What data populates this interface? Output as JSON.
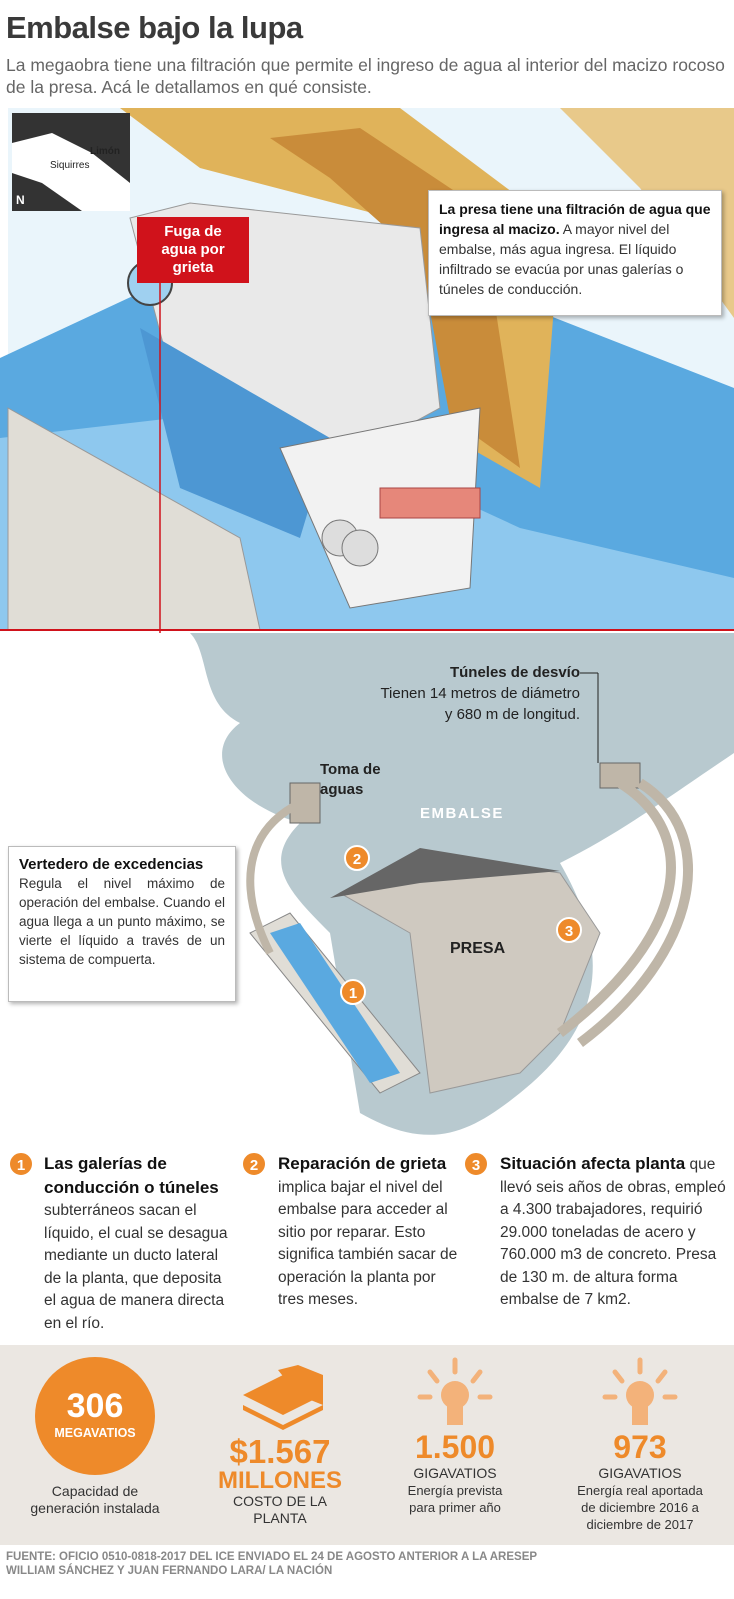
{
  "header": {
    "title": "Embalse bajo la lupa",
    "subtitle": "La megaobra tiene una filtración que permite el ingreso de agua al interior del macizo rocoso de la presa. Acá le detallamos en qué consiste."
  },
  "map": {
    "labels": [
      "Limón",
      "Siquirres"
    ],
    "north": "N"
  },
  "top_illustration": {
    "leak_tag": "Fuga de agua por grieta",
    "callout_bold": "La presa tiene una filtración de agua que ingresa al macizo.",
    "callout_text": " A mayor nivel del embalse, más agua ingresa. El líquido infiltrado se evacúa por unas galerías o túneles de conducción."
  },
  "diagram": {
    "tunnels_title": "Túneles de desvío",
    "tunnels_text": "Tienen 14 metros de diámetro y 680 m de longitud.",
    "intake": "Toma de aguas",
    "reservoir": "EMBALSE",
    "dam": "PRESA",
    "spillway_title": "Vertedero de excedencias",
    "spillway_text": "Regula el nivel máximo de operación del embalse. Cuando el agua llega a un punto máximo, se vierte el líquido a través de un sistema de compuerta.",
    "markers": [
      "1",
      "2",
      "3"
    ]
  },
  "points": [
    {
      "num": "1",
      "bold": "Las galerías de conducción o túneles",
      "text": " subterráneos sacan el líquido, el cual se desagua mediante un ducto lateral de la planta, que deposita el agua de manera directa en el río."
    },
    {
      "num": "2",
      "bold": "Reparación de grieta",
      "text": " implica bajar el nivel del embalse para acceder al sitio por reparar. Esto significa también sacar de operación la planta por tres meses."
    },
    {
      "num": "3",
      "bold": "Situación afecta planta",
      "text": " que llevó seis años de obras, empleó a 4.300 trabajadores, requirió 29.000 toneladas de acero y 760.000 m3 de concreto. Presa de 130 m. de altura forma embalse de 7 km2."
    }
  ],
  "stats": [
    {
      "value": "306",
      "unit": "MEGAVATIOS",
      "desc": "Capacidad de generación instalada"
    },
    {
      "value": "$1.567",
      "unit": "MILLONES",
      "desc": "COSTO DE LA PLANTA"
    },
    {
      "value": "1.500",
      "unit": "GIGAVATIOS",
      "desc": "Energía prevista para primer año"
    },
    {
      "value": "973",
      "unit": "GIGAVATIOS",
      "desc": "Energía real aportada de diciembre 2016 a diciembre de 2017"
    }
  ],
  "footer": {
    "source": "FUENTE: OFICIO 0510-0818-2017 DEL ICE ENVIADO EL 24 DE AGOSTO ANTERIOR A LA ARESEP",
    "credits": "WILLIAM SÁNCHEZ Y JUAN FERNANDO LARA/ LA NACIÓN"
  },
  "colors": {
    "accent": "#ee8a2a",
    "red": "#d0121b",
    "water": "#4a9fd8",
    "reservoir": "#b8c9cf",
    "panel": "#ebe7e2"
  }
}
